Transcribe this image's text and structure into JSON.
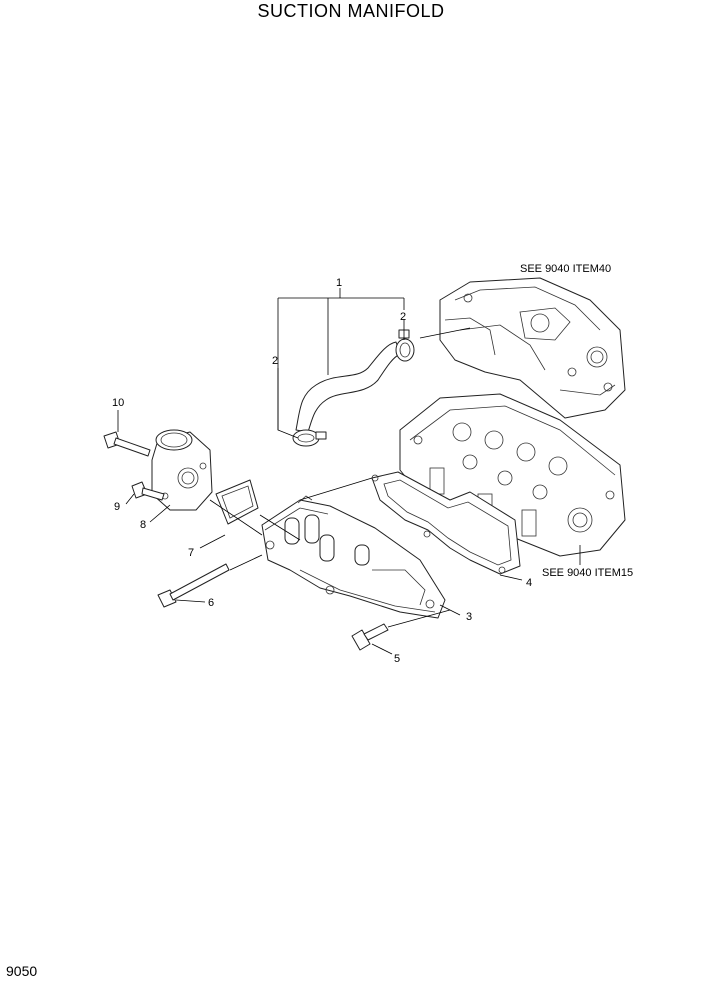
{
  "title": "SUCTION MANIFOLD",
  "page_number": "9050",
  "references": {
    "top_cover": "SEE 9040 ITEM40",
    "cylinder_head": "SEE 9040 ITEM15"
  },
  "callouts": [
    {
      "id": "hose",
      "label": "1"
    },
    {
      "id": "clamp-upper",
      "label": "2"
    },
    {
      "id": "clamp-lower",
      "label": "2"
    },
    {
      "id": "manifold",
      "label": "3"
    },
    {
      "id": "manifold-gasket",
      "label": "4"
    },
    {
      "id": "bolt-short",
      "label": "5"
    },
    {
      "id": "bolt-long",
      "label": "6"
    },
    {
      "id": "elbow-gasket",
      "label": "7"
    },
    {
      "id": "elbow",
      "label": "8"
    },
    {
      "id": "elbow-bolt",
      "label": "9"
    },
    {
      "id": "elbow-bolt-top",
      "label": "10"
    }
  ]
}
